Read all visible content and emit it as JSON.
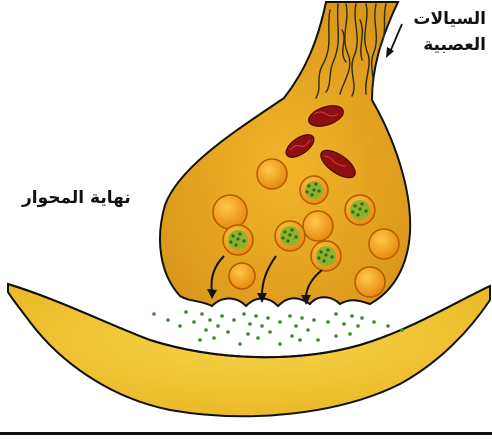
{
  "labels": {
    "neurofibrils_line1": "السيالات",
    "neurofibrils_line2": "العصبية",
    "axon_terminal": "نهاية المحوار"
  },
  "colors": {
    "axon_fill": "#e9a91e",
    "axon_outline": "#111111",
    "vesicle_fill": "#f0a012",
    "vesicle_outline": "#b35a00",
    "neurotransmitter": "#3f8a2a",
    "mitochondrion": "#8b1010",
    "postsynaptic_fill": "#f1c531",
    "postsynaptic_outline": "#111111"
  }
}
